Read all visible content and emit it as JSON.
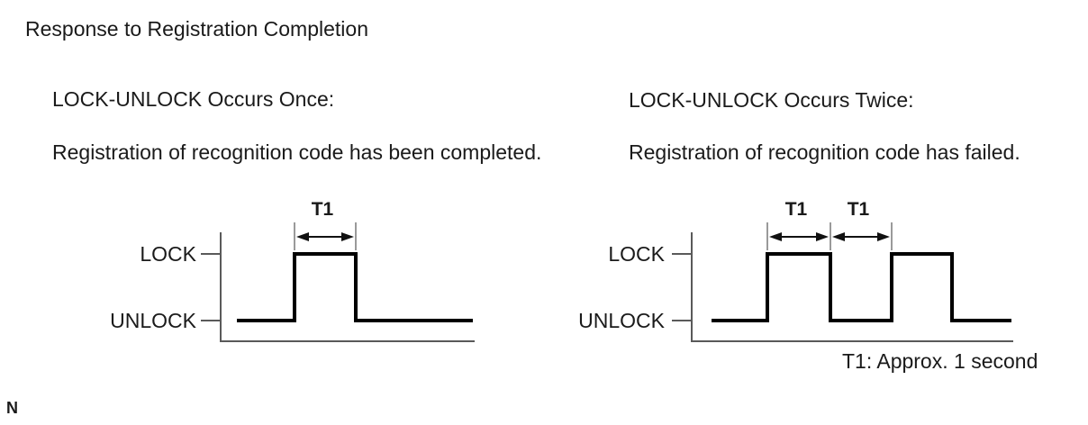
{
  "page": {
    "title": "Response to Registration Completion",
    "legend": "T1: Approx. 1 second",
    "footnote_marker": "N"
  },
  "panels": [
    {
      "heading": "LOCK-UNLOCK Occurs Once:",
      "description": "Registration of recognition code has been completed.",
      "diagram": {
        "name": "lock-unlock-once",
        "high_label": "LOCK",
        "low_label": "UNLOCK",
        "segments": [
          {
            "level": "low",
            "width": 64
          },
          {
            "level": "high",
            "width": 68
          },
          {
            "level": "low",
            "width": 130
          }
        ],
        "markers": [
          {
            "from_boundary": 1,
            "to_boundary": 2,
            "label": "T1"
          }
        ]
      }
    },
    {
      "heading": "LOCK-UNLOCK Occurs Twice:",
      "description": "Registration of recognition code has failed.",
      "diagram": {
        "name": "lock-unlock-twice",
        "high_label": "LOCK",
        "low_label": "UNLOCK",
        "segments": [
          {
            "level": "low",
            "width": 62
          },
          {
            "level": "high",
            "width": 70
          },
          {
            "level": "low",
            "width": 68
          },
          {
            "level": "high",
            "width": 67
          },
          {
            "level": "low",
            "width": 66
          }
        ],
        "markers": [
          {
            "from_boundary": 1,
            "to_boundary": 2,
            "label": "T1"
          },
          {
            "from_boundary": 2,
            "to_boundary": 3,
            "label": "T1"
          }
        ]
      }
    }
  ],
  "colors": {
    "background": "#ffffff",
    "text": "#1a1a1a",
    "axis": "#5a5a5a",
    "waveform": "#000000",
    "guide": "#9a9a9a",
    "arrow": "#111111"
  }
}
